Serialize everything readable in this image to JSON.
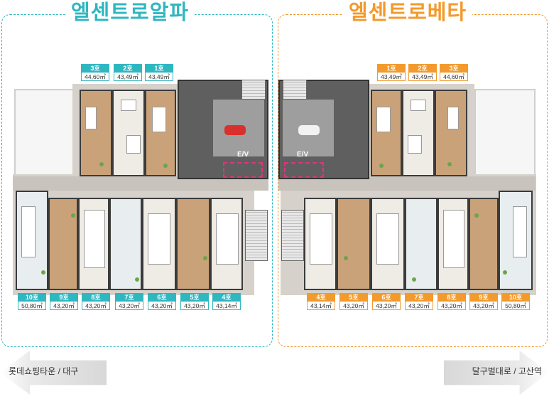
{
  "titles": {
    "alpha": "엘센트로알파",
    "beta": "엘센트로베타"
  },
  "alpha_top_units": [
    {
      "no": "3호",
      "area": "44,60㎡"
    },
    {
      "no": "2호",
      "area": "43,49㎡"
    },
    {
      "no": "1호",
      "area": "43,49㎡"
    }
  ],
  "alpha_bottom_units": [
    {
      "no": "10호",
      "area": "50,80㎡"
    },
    {
      "no": "9호",
      "area": "43,20㎡"
    },
    {
      "no": "8호",
      "area": "43,20㎡"
    },
    {
      "no": "7호",
      "area": "43,20㎡"
    },
    {
      "no": "6호",
      "area": "43,20㎡"
    },
    {
      "no": "5호",
      "area": "43,20㎡"
    },
    {
      "no": "4호",
      "area": "43,14㎡"
    }
  ],
  "beta_top_units": [
    {
      "no": "1호",
      "area": "43,49㎡"
    },
    {
      "no": "2호",
      "area": "43,49㎡"
    },
    {
      "no": "3호",
      "area": "44,60㎡"
    }
  ],
  "beta_bottom_units": [
    {
      "no": "4호",
      "area": "43,14㎡"
    },
    {
      "no": "5호",
      "area": "43,20㎡"
    },
    {
      "no": "6호",
      "area": "43,20㎡"
    },
    {
      "no": "7호",
      "area": "43,20㎡"
    },
    {
      "no": "8호",
      "area": "43,20㎡"
    },
    {
      "no": "9호",
      "area": "43,20㎡"
    },
    {
      "no": "10호",
      "area": "50,80㎡"
    }
  ],
  "elevator_label": "E/V",
  "directions": {
    "left": "롯데쇼핑타운 / 대구",
    "right": "달구벌대로 / 고산역"
  },
  "colors": {
    "alpha": "#2fb7c1",
    "beta": "#f39a2c"
  }
}
